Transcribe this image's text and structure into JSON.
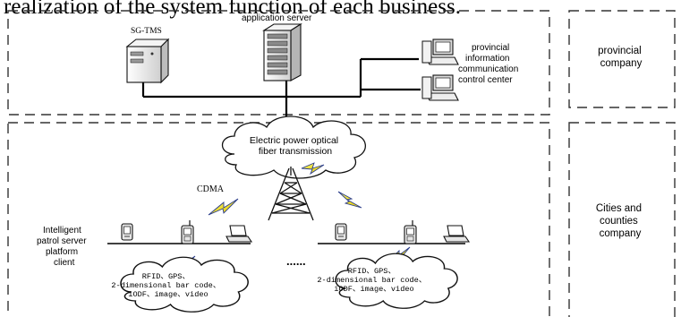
{
  "header_text": "realization of the system function of each business.",
  "labels": {
    "sg_tms": "SG-TMS",
    "application_server": "application server",
    "provincial_center": [
      "provincial",
      "information",
      "communication",
      "control center"
    ],
    "transmission": [
      "Electric power optical",
      "fiber transmission"
    ],
    "cdma": "CDMA",
    "patrol_client": [
      "Intelligent",
      "patrol server",
      "platform",
      "client"
    ],
    "ellipsis": "......",
    "left_cloud": [
      "RFID、GPS、",
      "2-dimensional bar code、",
      "iODF、image、video"
    ],
    "right_cloud": [
      "RFID、GPS、",
      "2-dimensional bar code、",
      "iODF、image、video"
    ]
  },
  "side_panels": {
    "provincial_company": [
      "provincial",
      "company"
    ],
    "cities_counties": [
      "Cities and",
      "counties",
      "company"
    ]
  },
  "icons": [
    "server-tower-icon",
    "server-rack-icon",
    "desktop-computer-icon",
    "cloud-icon",
    "radio-tower-icon",
    "lightning-icon",
    "pda-icon",
    "laptop-icon"
  ]
}
